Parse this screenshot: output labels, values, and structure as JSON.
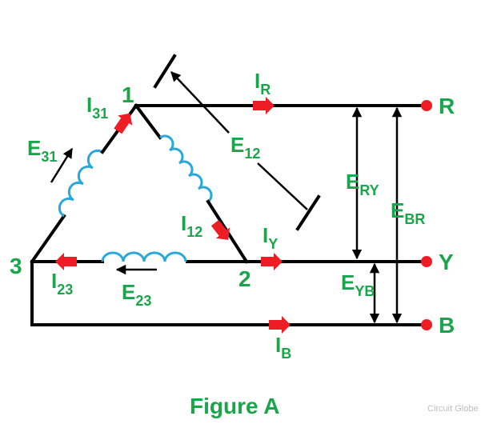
{
  "nodes": {
    "n1": "1",
    "n2": "2",
    "n3": "3"
  },
  "terminals": {
    "r": "R",
    "y": "Y",
    "b": "B"
  },
  "currents": {
    "ir": {
      "main": "I",
      "sub": "R"
    },
    "iy": {
      "main": "I",
      "sub": "Y"
    },
    "ib": {
      "main": "I",
      "sub": "B"
    },
    "i12": {
      "main": "I",
      "sub": "12"
    },
    "i23": {
      "main": "I",
      "sub": "23"
    },
    "i31": {
      "main": "I",
      "sub": "31"
    }
  },
  "voltages": {
    "e12": {
      "main": "E",
      "sub": "12"
    },
    "e23": {
      "main": "E",
      "sub": "23"
    },
    "e31": {
      "main": "E",
      "sub": "31"
    },
    "ery": {
      "main": "E",
      "sub": "RY"
    },
    "ebr": {
      "main": "E",
      "sub": "BR"
    },
    "eyb": {
      "main": "E",
      "sub": "YB"
    }
  },
  "caption": "Figure A",
  "watermark": "Circuit Globe",
  "colors": {
    "label": "#1aa54b",
    "arrow": "#ee1c24",
    "coil": "#2aa7d9",
    "terminal": "#ee1c24",
    "wire": "#000000"
  }
}
